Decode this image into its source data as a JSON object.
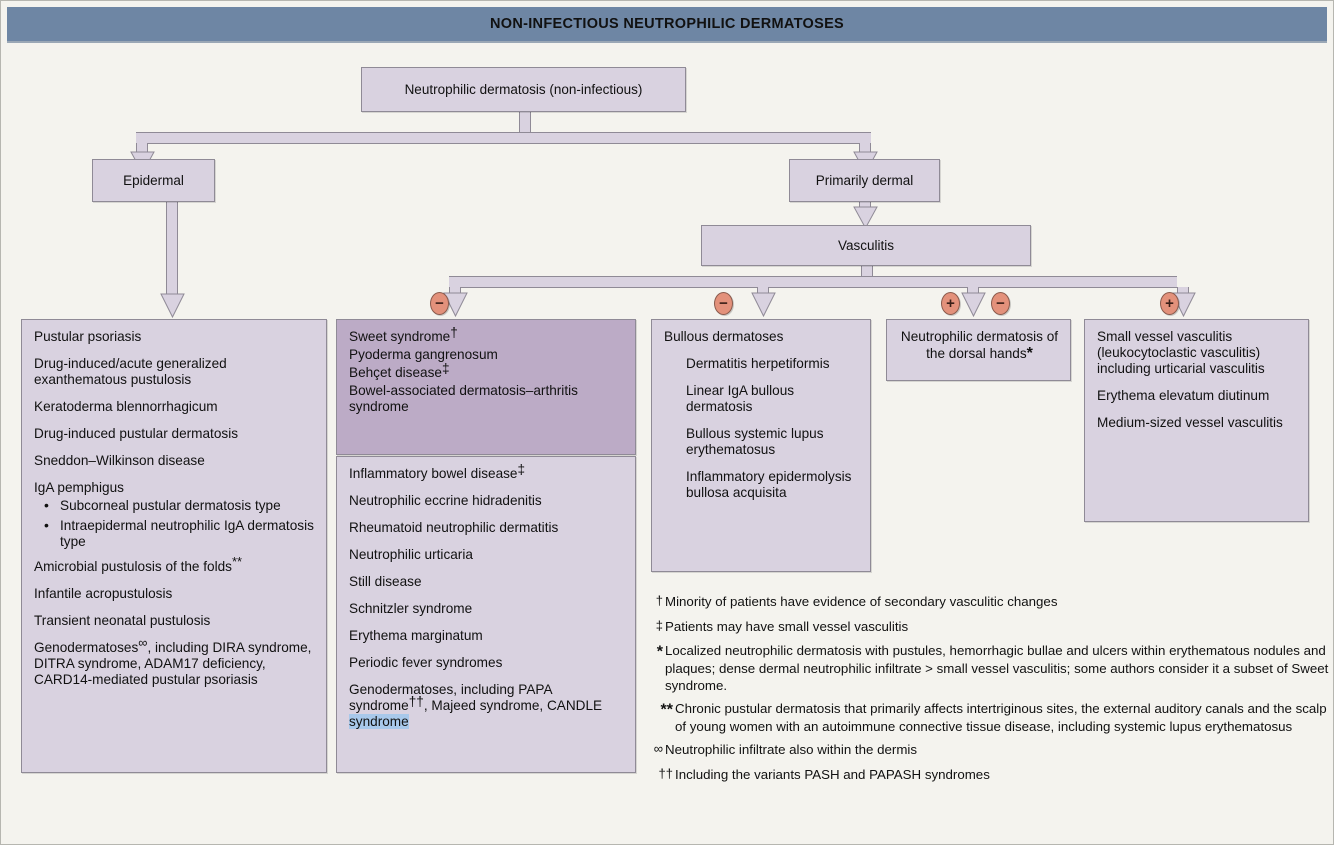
{
  "header": {
    "title": "NON-INFECTIOUS NEUTROPHILIC DERMATOSES"
  },
  "colors": {
    "header_bar": "#6e86a4",
    "page_background": "#f4f3ee",
    "node_fill": "#d9d2e0",
    "node_highlight_fill": "#bcabc6",
    "node_border": "#8f8a96",
    "badge_fill": "#e3917b",
    "selection_highlight": "#a8c8ea"
  },
  "nodes": {
    "root": "Neutrophilic dermatosis (non-infectious)",
    "epidermal": "Epidermal",
    "primarily_dermal": "Primarily dermal",
    "vasculitis": "Vasculitis"
  },
  "badges": [
    {
      "id": "badge-minus-1",
      "symbol": "−"
    },
    {
      "id": "badge-minus-2",
      "symbol": "−"
    },
    {
      "id": "badge-plus-1",
      "symbol": "+"
    },
    {
      "id": "badge-minus-3",
      "symbol": "−"
    },
    {
      "id": "badge-plus-2",
      "symbol": "+"
    }
  ],
  "columns": {
    "epidermal": {
      "items": [
        "Pustular psoriasis",
        "Drug-induced/acute generalized exanthematous pustulosis",
        "Keratoderma blennorrhagicum",
        "Drug-induced pustular dermatosis",
        "Sneddon–Wilkinson disease",
        "IgA pemphigus",
        "Subcorneal pustular dermatosis type",
        "Intraepidermal neutrophilic IgA dermatosis type",
        "Amicrobial pustulosis of the folds",
        "Infantile acropustulosis",
        "Transient neonatal pustulosis",
        "Genodermatoses"
      ],
      "amicrobial_marker": "**",
      "genodermatoses_marker": "∞",
      "genodermatoses_rest": ", including DIRA syndrome, DITRA syndrome, ADAM17 deficiency, CARD14-mediated pustular psoriasis"
    },
    "sweet_top": {
      "items": [
        "Sweet syndrome",
        "Pyoderma gangrenosum",
        "Behçet disease",
        "Bowel-associated dermatosis–arthritis syndrome"
      ],
      "sweet_marker": "†",
      "behcet_marker": "‡"
    },
    "sweet_bottom": {
      "items": [
        "Inflammatory bowel disease",
        "Neutrophilic eccrine hidradenitis",
        "Rheumatoid neutrophilic dermatitis",
        "Neutrophilic urticaria",
        "Still disease",
        "Schnitzler syndrome",
        "Erythema marginatum",
        "Periodic fever syndromes"
      ],
      "ibd_marker": "‡",
      "geno_part1": "Genodermatoses, including PAPA syndrome",
      "geno_marker": "††",
      "geno_part2": ", Majeed syndrome, CANDLE ",
      "geno_selected": "syndrome"
    },
    "bullous": {
      "heading": "Bullous dermatoses",
      "items": [
        "Dermatitis herpetiformis",
        "Linear IgA bullous dermatosis",
        "Bullous systemic lupus erythematosus",
        "Inflammatory epidermolysis bullosa acquisita"
      ]
    },
    "dorsal_hands": {
      "text": "Neutrophilic dermatosis of the dorsal hands",
      "marker": "*"
    },
    "small_vessel": {
      "items": [
        "Small vessel vasculitis (leukocytoclastic vasculitis) including urticarial vasculitis",
        "Erythema elevatum diutinum",
        "Medium-sized vessel vasculitis"
      ]
    }
  },
  "footnotes": [
    {
      "marker": "†",
      "text": "Minority of patients have evidence of secondary vasculitic changes"
    },
    {
      "marker": "‡",
      "text": "Patients may have small vessel vasculitis"
    },
    {
      "marker": "*",
      "text": "Localized neutrophilic dermatosis with pustules, hemorrhagic bullae and ulcers within erythematous nodules and plaques; dense dermal neutrophilic infiltrate > small vessel vasculitis; some authors consider it a subset of Sweet syndrome."
    },
    {
      "marker": "**",
      "text": "Chronic pustular dermatosis that primarily affects intertriginous sites, the external auditory canals and the scalp of young women with an autoimmune connective tissue disease, including systemic lupus erythematosus"
    },
    {
      "marker": "∞",
      "text": "Neutrophilic infiltrate also within the dermis"
    },
    {
      "marker": "††",
      "text": "Including the variants PASH and PAPASH syndromes"
    }
  ]
}
